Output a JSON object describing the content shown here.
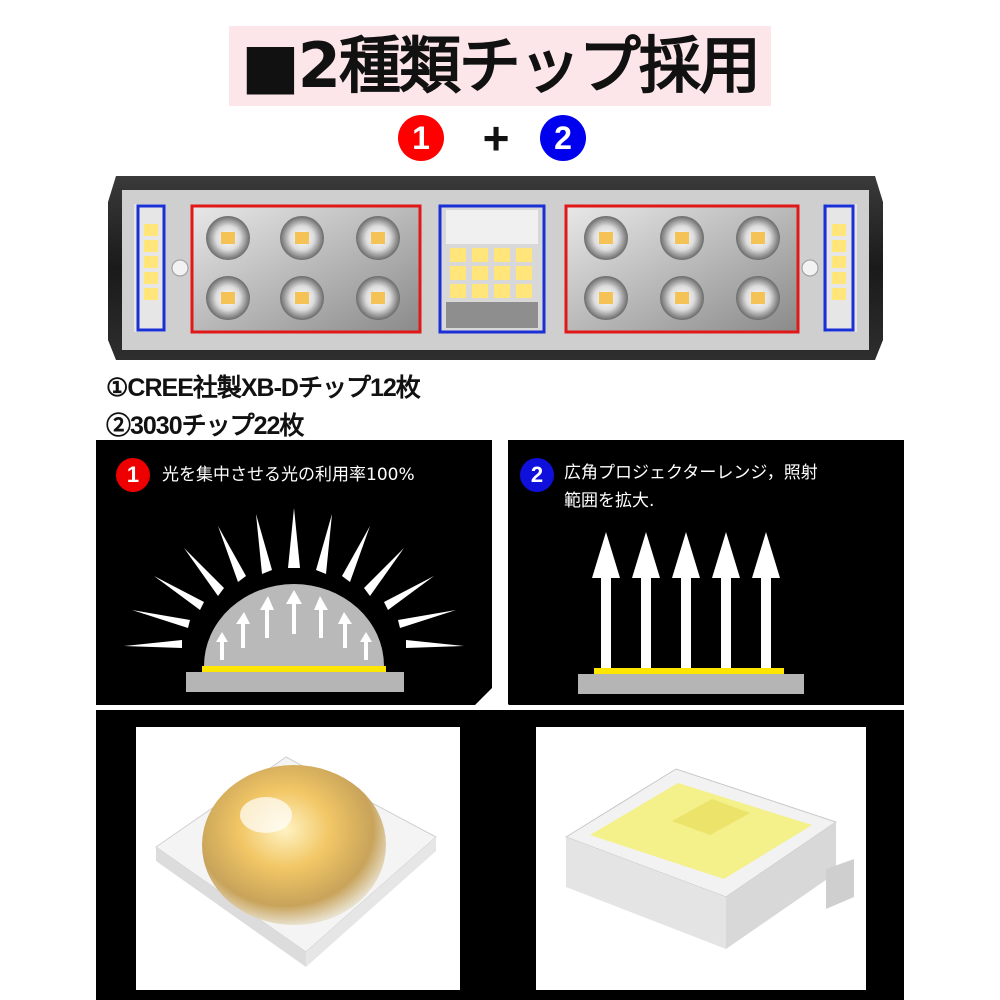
{
  "title": "■2種類チップ採用",
  "badges": {
    "one": "1",
    "plus": "+",
    "two": "2",
    "colors": {
      "red": "#ff0000",
      "blue": "#0000ee"
    }
  },
  "specs": {
    "line1": "①CREE社製XB-Dチップ12枚",
    "line2": "②3030チップ22枚"
  },
  "panels": {
    "left": {
      "badge": "1",
      "text": "光を集中させる光の利用率100%"
    },
    "right": {
      "badge": "2",
      "text_line1": "広角プロジェクターレンジ，照射",
      "text_line2": "範囲を拡大."
    }
  },
  "icons": [
    "cree-led-focus-icon",
    "smd-wide-beam-icon",
    "cree-xbd-chip-photo",
    "smd-3030-chip-photo",
    "led-light-bar-photo"
  ]
}
